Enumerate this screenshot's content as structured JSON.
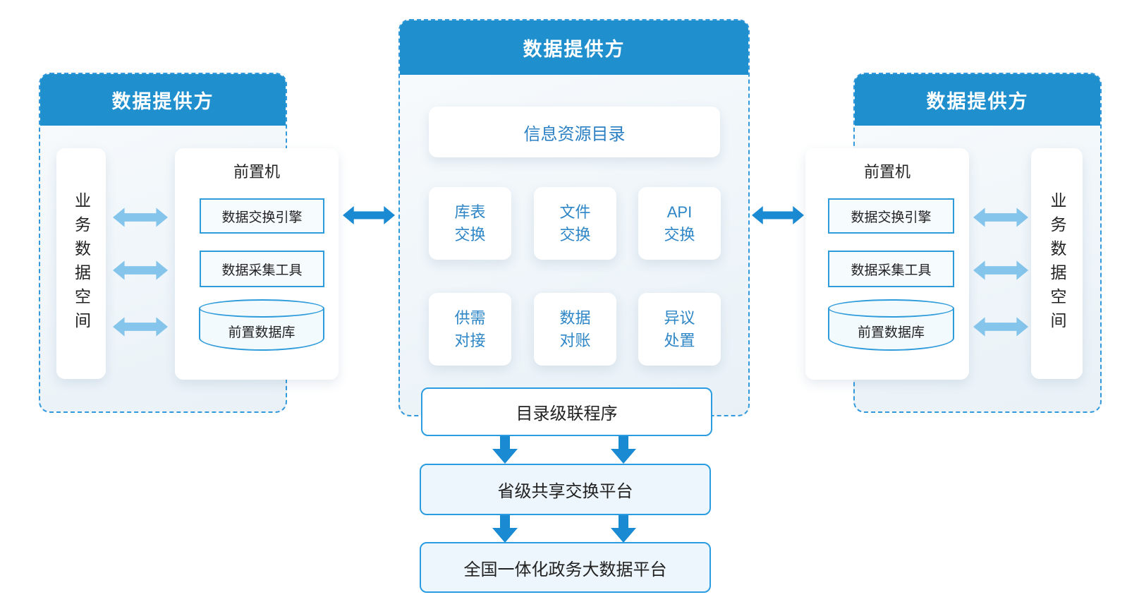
{
  "colors": {
    "header_blue": "#1f8fce",
    "dashed_border_blue": "#3399dd",
    "inner_border_blue": "#2e9bdb",
    "arrow_dark_blue": "#1a8ad2",
    "arrow_light_blue": "#85c5ec",
    "module_text_blue": "#2e86c6",
    "dark_text": "#222222"
  },
  "left": {
    "title": "数据提供方",
    "data_space": "业务数据空间",
    "frontend_title": "前置机",
    "engine": "数据交换引擎",
    "collector": "数据采集工具",
    "db": "前置数据库"
  },
  "center": {
    "title": "数据提供方",
    "catalog": "信息资源目录",
    "modules": [
      "库表\n交换",
      "文件\n交换",
      "API\n交换",
      "供需\n对接",
      "数据\n对账",
      "异议\n处置"
    ],
    "cascade": "目录级联程序"
  },
  "right": {
    "title": "数据提供方",
    "data_space": "业务数据空间",
    "frontend_title": "前置机",
    "engine": "数据交换引擎",
    "collector": "数据采集工具",
    "db": "前置数据库"
  },
  "bottom": {
    "provincial": "省级共享交换平台",
    "national": "全国一体化政务大数据平台"
  }
}
